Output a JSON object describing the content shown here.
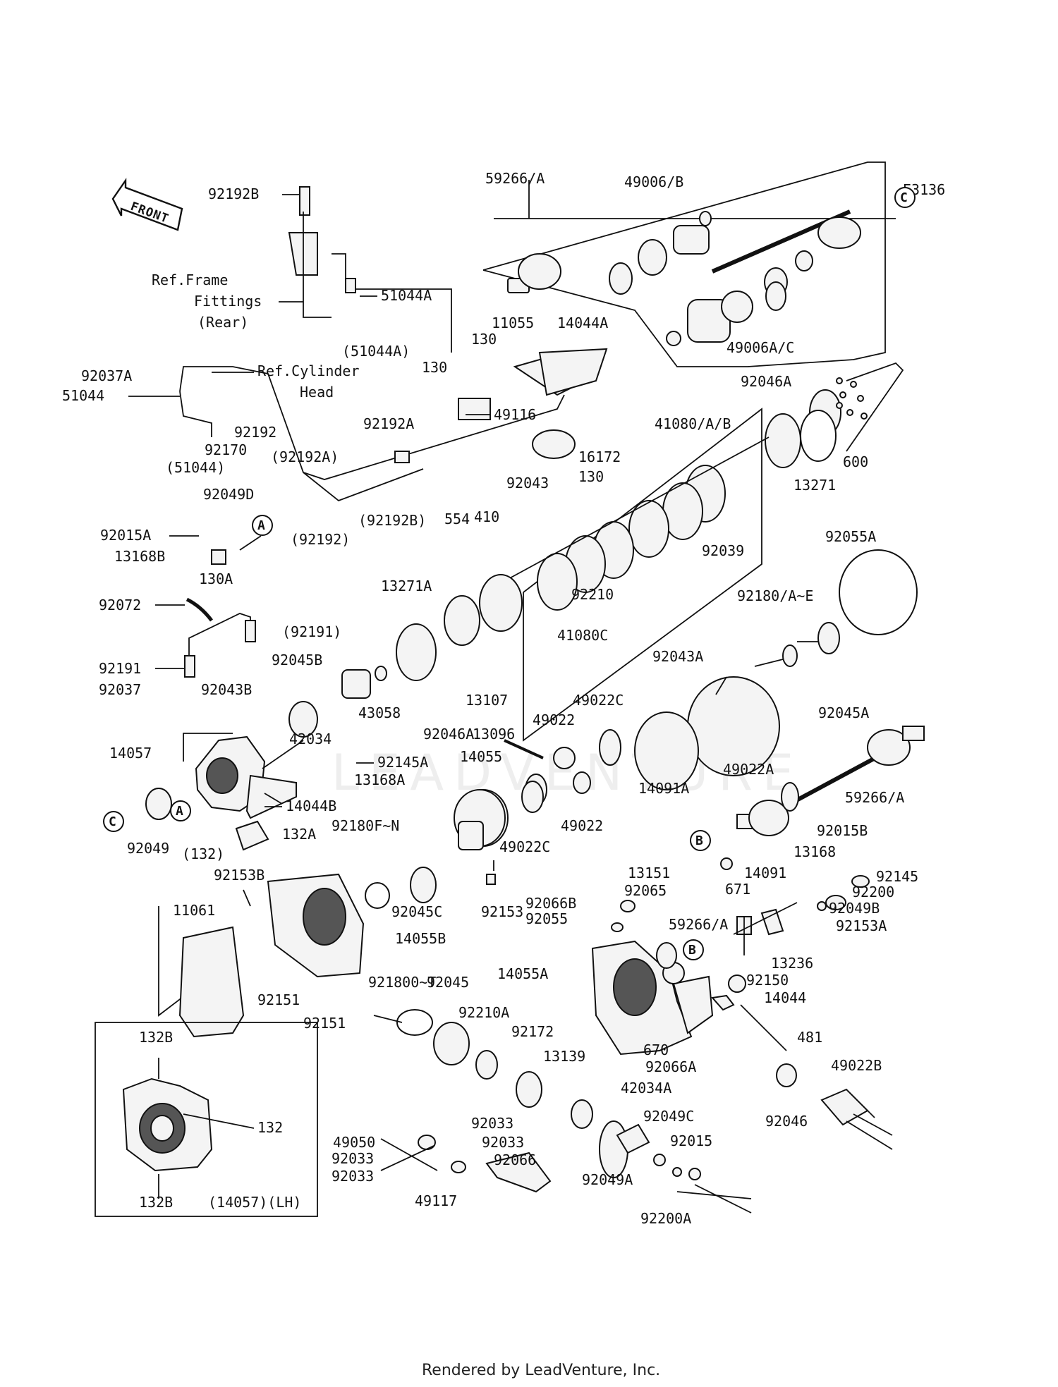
{
  "diagram": {
    "code": "E3136",
    "watermark": "LEADVENTURE",
    "footer": "Rendered by LeadVenture, Inc.",
    "front_arrow": "FRONT",
    "refs": {
      "frame_1": "Ref.Frame",
      "frame_2": "Fittings",
      "frame_3": "(Rear)",
      "cyl_1": "Ref.Cylinder",
      "cyl_2": "Head"
    },
    "callouts": [
      "A",
      "B",
      "C"
    ],
    "inset_label": "(14057)(LH)",
    "labels": [
      "59266/A",
      "49006/B",
      "92192B",
      "51044A",
      "49006A/C",
      "(51044A)",
      "11055",
      "14044A",
      "130",
      "92037A",
      "51044",
      "92192",
      "92170",
      "(51044)",
      "92192A",
      "(92192A)",
      "49116",
      "16172",
      "92043",
      "554",
      "410",
      "(92192B)",
      "(92192)",
      "92049D",
      "92015A",
      "13168B",
      "130A",
      "92072",
      "92191",
      "(92191)",
      "92037",
      "92043B",
      "92045B",
      "42034",
      "43058",
      "13271A",
      "92046A",
      "13096",
      "41080/A/B",
      "92039",
      "92210",
      "41080C",
      "92046A",
      "13271",
      "600",
      "92055A",
      "92180/A~E",
      "92045A",
      "92043A",
      "49022A",
      "14091A",
      "13107",
      "49022C",
      "49022",
      "14055",
      "49022C",
      "14057",
      "92145A",
      "13168A",
      "14044B",
      "132A",
      "(132)",
      "92049",
      "59266/A",
      "92180F~N",
      "92045C",
      "92153",
      "92153B",
      "11061",
      "14055B",
      "92151",
      "921800~T",
      "92045",
      "92210A",
      "92172",
      "13139",
      "42034A",
      "92049C",
      "92015",
      "92049A",
      "92200A",
      "92033",
      "49050",
      "92066",
      "49117",
      "13151",
      "92065",
      "92066B",
      "92055",
      "14055A",
      "671",
      "14091",
      "92015B",
      "13168",
      "92145",
      "92200",
      "92049B",
      "92153A",
      "13236",
      "92150",
      "14044",
      "670",
      "92066A",
      "481",
      "49022B",
      "92046",
      "132B",
      "132"
    ]
  }
}
